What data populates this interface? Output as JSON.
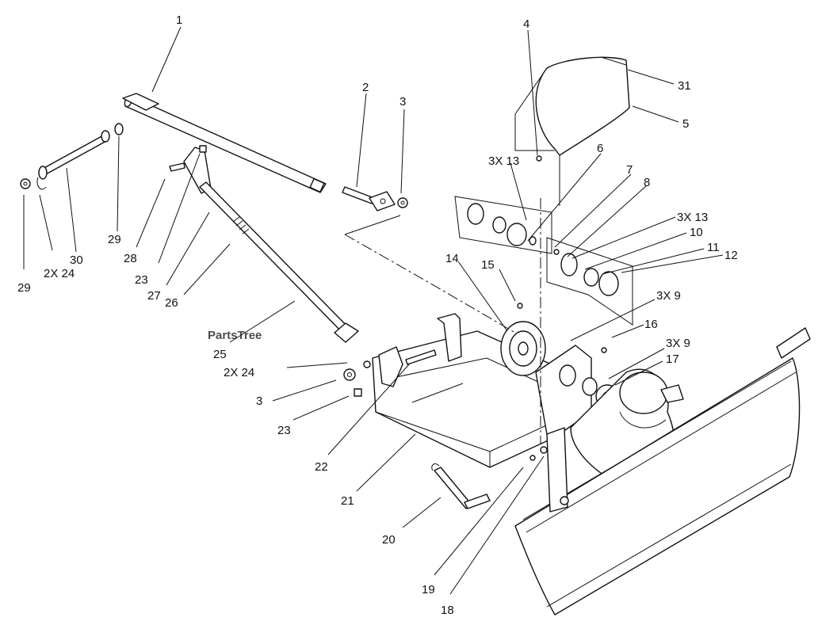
{
  "watermark": "PartsTree",
  "callouts": [
    {
      "id": "1",
      "text": "1"
    },
    {
      "id": "2",
      "text": "2"
    },
    {
      "id": "3a",
      "text": "3"
    },
    {
      "id": "4",
      "text": "4"
    },
    {
      "id": "31",
      "text": "31"
    },
    {
      "id": "5",
      "text": "5"
    },
    {
      "id": "3x13a",
      "text": "3X 13"
    },
    {
      "id": "6",
      "text": "6"
    },
    {
      "id": "7",
      "text": "7"
    },
    {
      "id": "8",
      "text": "8"
    },
    {
      "id": "3x13b",
      "text": "3X 13"
    },
    {
      "id": "10",
      "text": "10"
    },
    {
      "id": "11",
      "text": "11"
    },
    {
      "id": "12",
      "text": "12"
    },
    {
      "id": "14",
      "text": "14"
    },
    {
      "id": "15",
      "text": "15"
    },
    {
      "id": "3x9a",
      "text": "3X 9"
    },
    {
      "id": "16",
      "text": "16"
    },
    {
      "id": "3x9b",
      "text": "3X 9"
    },
    {
      "id": "17",
      "text": "17"
    },
    {
      "id": "29a",
      "text": "29"
    },
    {
      "id": "30",
      "text": "30"
    },
    {
      "id": "2x24a",
      "text": "2X 24"
    },
    {
      "id": "29b",
      "text": "29"
    },
    {
      "id": "29c",
      "text": "29"
    },
    {
      "id": "28",
      "text": "28"
    },
    {
      "id": "23a",
      "text": "23"
    },
    {
      "id": "27",
      "text": "27"
    },
    {
      "id": "26",
      "text": "26"
    },
    {
      "id": "25",
      "text": "25"
    },
    {
      "id": "2x24b",
      "text": "2X 24"
    },
    {
      "id": "3b",
      "text": "3"
    },
    {
      "id": "23b",
      "text": "23"
    },
    {
      "id": "22",
      "text": "22"
    },
    {
      "id": "21",
      "text": "21"
    },
    {
      "id": "20",
      "text": "20"
    },
    {
      "id": "19",
      "text": "19"
    },
    {
      "id": "18",
      "text": "18"
    }
  ]
}
